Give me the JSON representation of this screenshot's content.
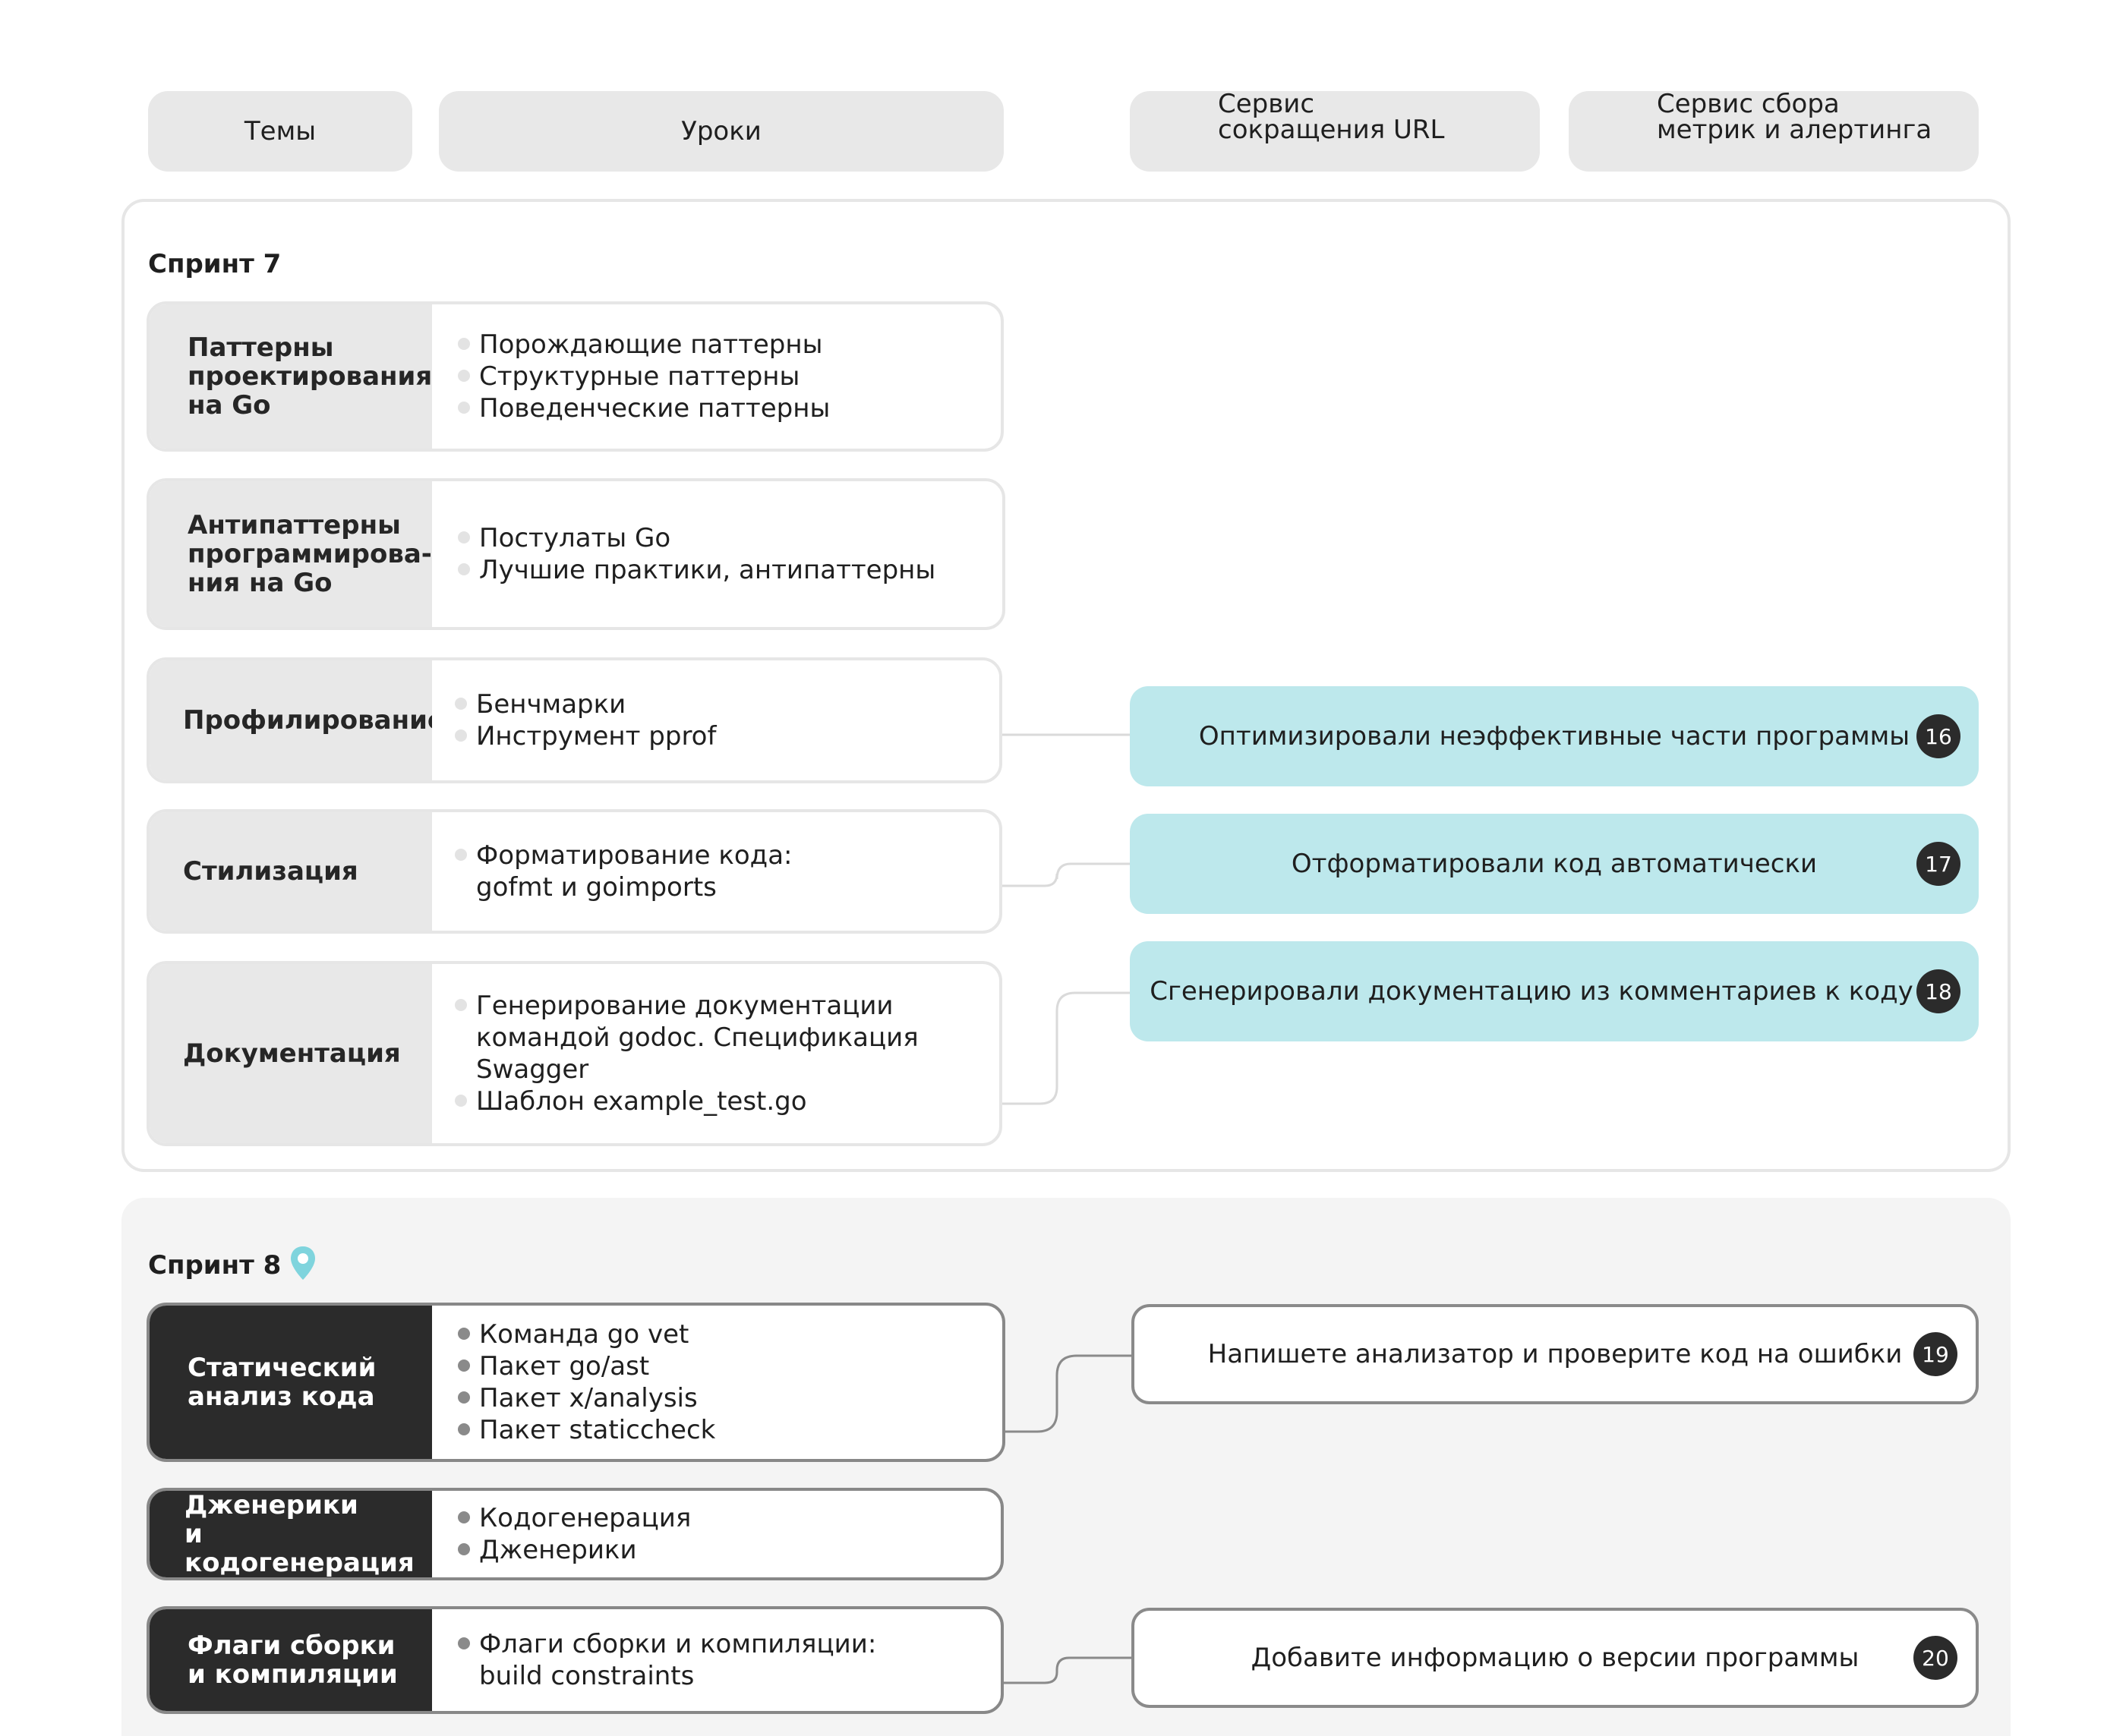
{
  "headers": {
    "topics": "Темы",
    "lessons": "Уроки",
    "url_service": [
      "Сервис",
      "сокращения URL"
    ],
    "metrics_service": [
      "Сервис сбора",
      "метрик и алертинга"
    ]
  },
  "sprint7": {
    "title": "Спринт 7",
    "rows": [
      {
        "label": [
          "Паттерны",
          "проектирования",
          "на Go"
        ],
        "items": [
          [
            "Порождающие паттерны"
          ],
          [
            "Структурные паттерны"
          ],
          [
            "Поведенческие паттерны"
          ]
        ]
      },
      {
        "label": [
          "Антипаттерны",
          "программирова-",
          "ния на Go"
        ],
        "items": [
          [
            "Постулаты Go"
          ],
          [
            "Лучшие практики, антипаттерны"
          ]
        ]
      },
      {
        "label": [
          "Профилирование"
        ],
        "items": [
          [
            "Бенчмарки"
          ],
          [
            "Инструмент pprof"
          ]
        ]
      },
      {
        "label": [
          "Стилизация"
        ],
        "items": [
          [
            "Форматирование кода:",
            "gofmt и goimports"
          ]
        ]
      },
      {
        "label": [
          "Документация"
        ],
        "items": [
          [
            "Генерирование документации",
            "командой godoc. Спецификация",
            "Swagger"
          ],
          [
            "Шаблон example_test.go"
          ]
        ]
      }
    ],
    "results": [
      {
        "text": "Оптимизировали неэффективные части программы",
        "num": "16"
      },
      {
        "text": "Отформатировали код автоматически",
        "num": "17"
      },
      {
        "text": "Сгенерировали документацию из комментариев к коду",
        "num": "18"
      }
    ]
  },
  "sprint8": {
    "title": "Спринт 8",
    "rows": [
      {
        "label": [
          "Статический",
          "анализ кода"
        ],
        "items": [
          [
            "Команда go vet"
          ],
          [
            "Пакет go/ast"
          ],
          [
            "Пакет x/analysis"
          ],
          [
            "Пакет staticcheck"
          ]
        ]
      },
      {
        "label": [
          "Дженерики",
          "и кодогенерация"
        ],
        "items": [
          [
            "Кодогенерация"
          ],
          [
            "Дженерики"
          ]
        ]
      },
      {
        "label": [
          "Флаги сборки",
          "и компиляции"
        ],
        "items": [
          [
            "Флаги сборки и компиляции:",
            "build constraints"
          ]
        ]
      }
    ],
    "results": [
      {
        "text": "Напишете анализатор и проверите код на ошибки",
        "num": "19"
      },
      {
        "text": "Добавите информацию о версии программы",
        "num": "20"
      }
    ]
  },
  "colors": {
    "teal_result": "#bde8ec",
    "dark_label": "#2b2b2b",
    "light_label": "#e8e8e8",
    "marker": "#7fd4dd"
  },
  "icons": {
    "sprint8_marker": "map-pin-icon"
  }
}
